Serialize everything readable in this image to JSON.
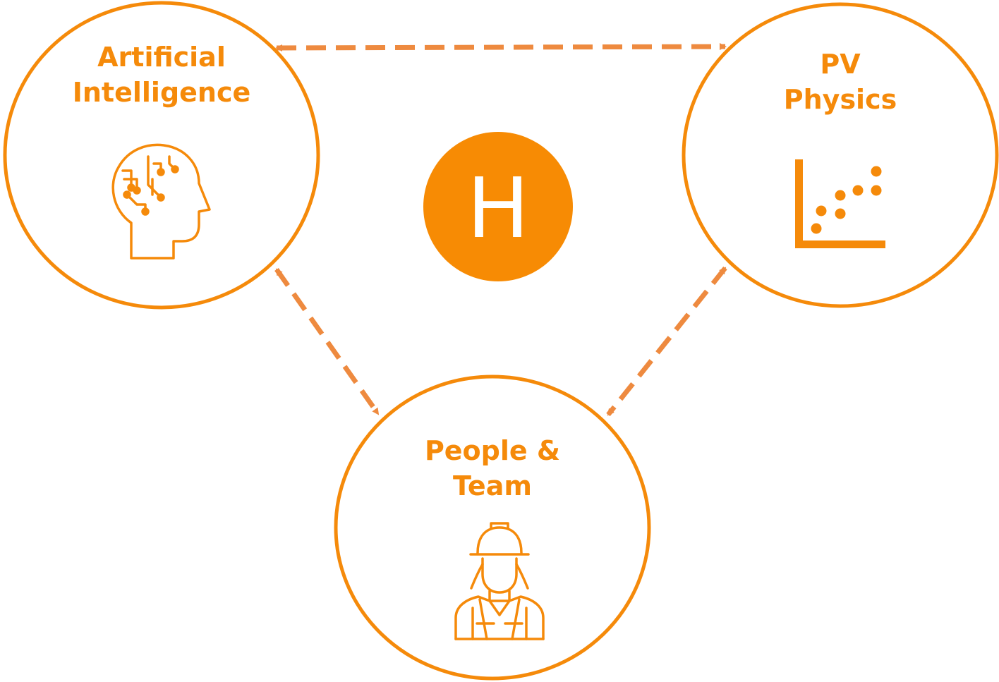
{
  "colors": {
    "accent": "#f58a0a",
    "connector": "#ee8a3f",
    "hub_fill": "#f78b04",
    "hub_text": "#ffffff"
  },
  "hub": {
    "letter": "H"
  },
  "nodes": {
    "ai": {
      "line1": "Artificial",
      "line2": "Intelligence",
      "icon": "brain-circuit-head-icon"
    },
    "pv": {
      "line1": "PV",
      "line2": "Physics",
      "icon": "scatter-plot-icon"
    },
    "people": {
      "line1": "People &",
      "line2": "Team",
      "icon": "worker-hardhat-icon"
    }
  },
  "connections": [
    {
      "from": "ai",
      "to": "pv",
      "style": "dashed",
      "direction": "both"
    },
    {
      "from": "ai",
      "to": "people",
      "style": "dashed",
      "direction": "both"
    },
    {
      "from": "pv",
      "to": "people",
      "style": "dashed",
      "direction": "both"
    }
  ]
}
